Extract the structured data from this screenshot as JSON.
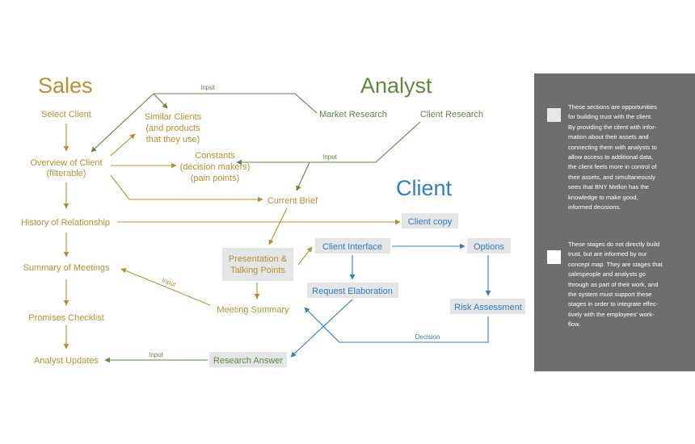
{
  "colors": {
    "sales": "#b8912e",
    "analyst": "#5e8a3d",
    "client": "#2f7fc1",
    "box_fill": "#e4e5e7",
    "legend_bg": "#6d6e70",
    "swatch_light": "#e6e7e8",
    "swatch_white": "#ffffff"
  },
  "headings": {
    "sales": "Sales",
    "analyst": "Analyst",
    "client": "Client"
  },
  "nodes": {
    "select_client": "Select Client",
    "overview_1": "Overview of Client",
    "overview_2": "(filterable)",
    "history": "History of Relationship",
    "summary_meetings": "Summary of Meetings",
    "promises": "Promises Checklist",
    "analyst_updates": "Analyst Updates",
    "similar_1": "Similar Clients",
    "similar_2": "(and products",
    "similar_3": "that they use)",
    "constants_1": "Constants",
    "constants_2": "(decision makers)",
    "constants_3": "(pain points)",
    "current_brief": "Current Brief",
    "market_research": "Market Research",
    "client_research": "Client Research",
    "presentation_1": "Presentation &",
    "presentation_2": "Talking Points",
    "meeting_summary": "Meeting Summary",
    "research_answer": "Research Answer",
    "client_copy": "Client copy",
    "client_interface": "Client Interface",
    "options": "Options",
    "request_elaboration": "Request Elaboration",
    "risk_assessment": "Risk Assessment"
  },
  "edge_labels": {
    "input_top": "Input",
    "input_client_research": "Input",
    "input_meeting": "Input",
    "input_research_answer": "Input",
    "decision": "Decision"
  },
  "legend": {
    "items": [
      {
        "swatch": "light",
        "lines": [
          "These sections are opportunities",
          "for building trust with the client.",
          "By providing the client with infor-",
          "mation about their assets and",
          "connecting them with analysts to",
          "allow access to additional data,",
          "the client feels more in control of",
          "their assets, and simultaneously",
          "sees that BNY Mellon has the",
          "knowledge to make good,",
          "informed decisions."
        ]
      },
      {
        "swatch": "white",
        "lines": [
          "These stages do not directly build",
          "trust, but are informed by our",
          "concept map. They are stages that",
          "salespeople and analysts go",
          "through as part of their work, and",
          "the system must support these",
          "stages in order to integrate effec-",
          "tively with the employees' work-",
          "flow."
        ]
      }
    ]
  }
}
